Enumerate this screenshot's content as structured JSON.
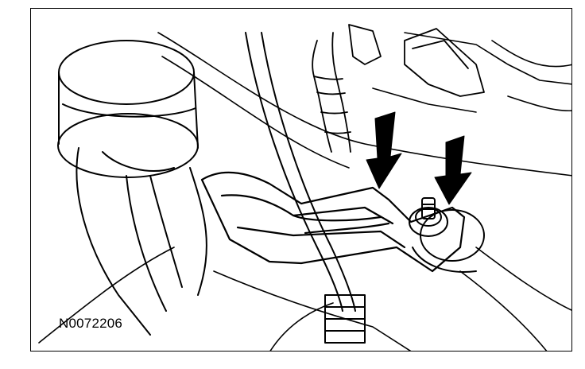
{
  "figure": {
    "id_label": "N0072206",
    "colors": {
      "line": "#000000",
      "paper": "#ffffff"
    },
    "callouts": [
      "arrow-pointing-to-bracket",
      "arrow-pointing-to-nut"
    ]
  }
}
